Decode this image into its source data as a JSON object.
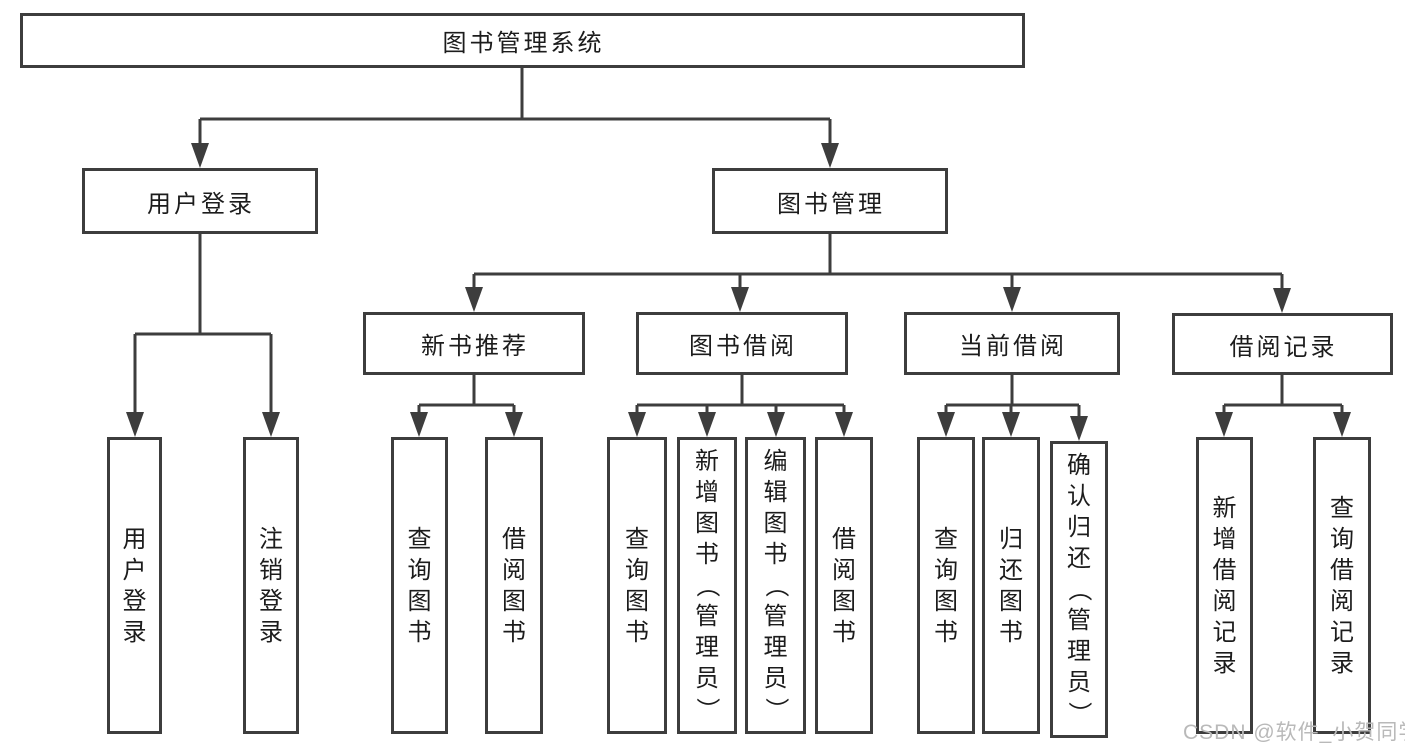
{
  "tree": {
    "label": "图书管理系统",
    "children": [
      {
        "label": "用户登录",
        "children": [
          {
            "label": "用户登录"
          },
          {
            "label": "注销登录"
          }
        ]
      },
      {
        "label": "图书管理",
        "children": [
          {
            "label": "新书推荐",
            "children": [
              {
                "label": "查询图书"
              },
              {
                "label": "借阅图书"
              }
            ]
          },
          {
            "label": "图书借阅",
            "children": [
              {
                "label": "查询图书"
              },
              {
                "label": "新增图书（管理员）"
              },
              {
                "label": "编辑图书（管理员）"
              },
              {
                "label": "借阅图书"
              }
            ]
          },
          {
            "label": "当前借阅",
            "children": [
              {
                "label": "查询图书"
              },
              {
                "label": "归还图书"
              },
              {
                "label": "确认归还（管理员）"
              }
            ]
          },
          {
            "label": "借阅记录",
            "children": [
              {
                "label": "新增借阅记录"
              },
              {
                "label": "查询借阅记录"
              }
            ]
          }
        ]
      }
    ]
  },
  "watermark": {
    "text": "CSDN @软件_小贺同学"
  },
  "colors": {
    "line": "#3d3d3d",
    "text": "#1c1c1c",
    "watermark": "#b9b9b9",
    "background": "#ffffff"
  }
}
